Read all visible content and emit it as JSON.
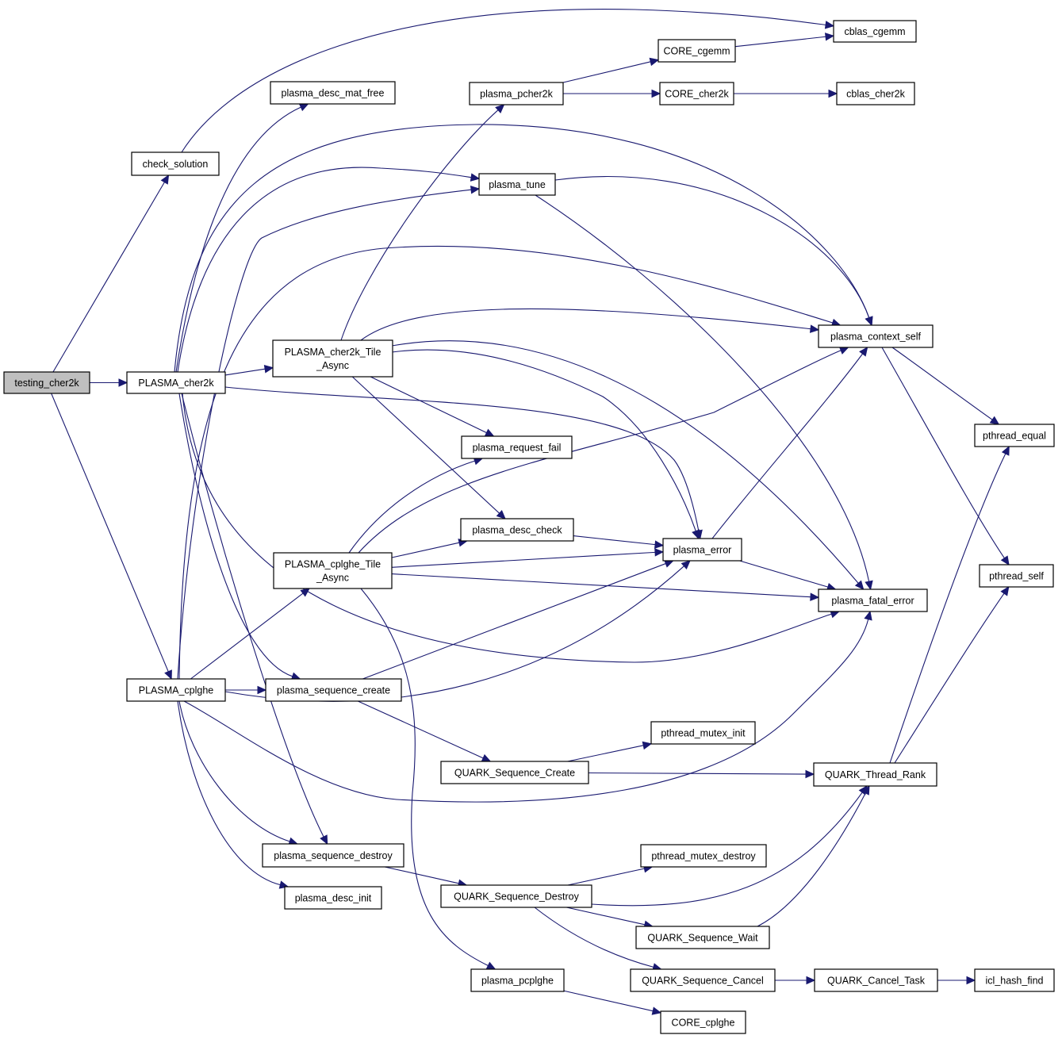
{
  "title": "testing_cher2k call graph",
  "colors": {
    "edge": "#191970",
    "root_fill": "#bfbfbf",
    "node_fill": "#ffffff",
    "border": "#000000"
  },
  "nodes": [
    {
      "id": "testing_cher2k",
      "label": "testing_cher2k",
      "root": true
    },
    {
      "id": "PLASMA_cher2k",
      "label": "PLASMA_cher2k"
    },
    {
      "id": "check_solution",
      "label": "check_solution"
    },
    {
      "id": "PLASMA_cplghe",
      "label": "PLASMA_cplghe"
    },
    {
      "id": "cblas_cgemm",
      "label": "cblas_cgemm"
    },
    {
      "id": "plasma_desc_mat_free",
      "label": "plasma_desc_mat_free"
    },
    {
      "id": "plasma_tune",
      "label": "plasma_tune"
    },
    {
      "id": "plasma_context_self",
      "label": "plasma_context_self"
    },
    {
      "id": "PLASMA_cher2k_Tile_Async",
      "label": "PLASMA_cher2k_Tile\n_Async"
    },
    {
      "id": "plasma_error",
      "label": "plasma_error"
    },
    {
      "id": "plasma_fatal_error",
      "label": "plasma_fatal_error"
    },
    {
      "id": "plasma_sequence_create",
      "label": "plasma_sequence_create"
    },
    {
      "id": "plasma_sequence_destroy",
      "label": "plasma_sequence_destroy"
    },
    {
      "id": "PLASMA_cplghe_Tile_Async",
      "label": "PLASMA_cplghe_Tile\n_Async"
    },
    {
      "id": "plasma_desc_init",
      "label": "plasma_desc_init"
    },
    {
      "id": "plasma_pcher2k",
      "label": "plasma_pcher2k"
    },
    {
      "id": "plasma_request_fail",
      "label": "plasma_request_fail"
    },
    {
      "id": "plasma_desc_check",
      "label": "plasma_desc_check"
    },
    {
      "id": "CORE_cgemm",
      "label": "CORE_cgemm"
    },
    {
      "id": "CORE_cher2k",
      "label": "CORE_cher2k"
    },
    {
      "id": "cblas_cher2k",
      "label": "cblas_cher2k"
    },
    {
      "id": "pthread_equal",
      "label": "pthread_equal"
    },
    {
      "id": "pthread_self",
      "label": "pthread_self"
    },
    {
      "id": "plasma_pcplghe",
      "label": "plasma_pcplghe"
    },
    {
      "id": "CORE_cplghe",
      "label": "CORE_cplghe"
    },
    {
      "id": "QUARK_Sequence_Create",
      "label": "QUARK_Sequence_Create"
    },
    {
      "id": "pthread_mutex_init",
      "label": "pthread_mutex_init"
    },
    {
      "id": "QUARK_Thread_Rank",
      "label": "QUARK_Thread_Rank"
    },
    {
      "id": "QUARK_Sequence_Destroy",
      "label": "QUARK_Sequence_Destroy"
    },
    {
      "id": "pthread_mutex_destroy",
      "label": "pthread_mutex_destroy"
    },
    {
      "id": "QUARK_Sequence_Wait",
      "label": "QUARK_Sequence_Wait"
    },
    {
      "id": "QUARK_Sequence_Cancel",
      "label": "QUARK_Sequence_Cancel"
    },
    {
      "id": "QUARK_Cancel_Task",
      "label": "QUARK_Cancel_Task"
    },
    {
      "id": "icl_hash_find",
      "label": "icl_hash_find"
    }
  ],
  "edges": [
    [
      "testing_cher2k",
      "check_solution"
    ],
    [
      "testing_cher2k",
      "PLASMA_cher2k"
    ],
    [
      "testing_cher2k",
      "PLASMA_cplghe"
    ],
    [
      "check_solution",
      "cblas_cgemm"
    ],
    [
      "PLASMA_cher2k",
      "plasma_desc_mat_free"
    ],
    [
      "PLASMA_cher2k",
      "plasma_tune"
    ],
    [
      "PLASMA_cher2k",
      "plasma_context_self"
    ],
    [
      "PLASMA_cher2k",
      "PLASMA_cher2k_Tile_Async"
    ],
    [
      "PLASMA_cher2k",
      "plasma_error"
    ],
    [
      "PLASMA_cher2k",
      "plasma_fatal_error"
    ],
    [
      "PLASMA_cher2k",
      "plasma_sequence_create"
    ],
    [
      "PLASMA_cher2k",
      "plasma_sequence_destroy"
    ],
    [
      "PLASMA_cplghe",
      "plasma_tune"
    ],
    [
      "PLASMA_cplghe",
      "plasma_context_self"
    ],
    [
      "PLASMA_cplghe",
      "PLASMA_cplghe_Tile_Async"
    ],
    [
      "PLASMA_cplghe",
      "plasma_sequence_create"
    ],
    [
      "PLASMA_cplghe",
      "plasma_error"
    ],
    [
      "PLASMA_cplghe",
      "plasma_fatal_error"
    ],
    [
      "PLASMA_cplghe",
      "plasma_sequence_destroy"
    ],
    [
      "PLASMA_cplghe",
      "plasma_desc_init"
    ],
    [
      "plasma_tune",
      "plasma_context_self"
    ],
    [
      "plasma_tune",
      "plasma_fatal_error"
    ],
    [
      "PLASMA_cher2k_Tile_Async",
      "plasma_pcher2k"
    ],
    [
      "PLASMA_cher2k_Tile_Async",
      "plasma_context_self"
    ],
    [
      "PLASMA_cher2k_Tile_Async",
      "plasma_error"
    ],
    [
      "PLASMA_cher2k_Tile_Async",
      "plasma_fatal_error"
    ],
    [
      "PLASMA_cher2k_Tile_Async",
      "plasma_request_fail"
    ],
    [
      "PLASMA_cher2k_Tile_Async",
      "plasma_desc_check"
    ],
    [
      "PLASMA_cplghe_Tile_Async",
      "plasma_request_fail"
    ],
    [
      "PLASMA_cplghe_Tile_Async",
      "plasma_context_self"
    ],
    [
      "PLASMA_cplghe_Tile_Async",
      "plasma_desc_check"
    ],
    [
      "PLASMA_cplghe_Tile_Async",
      "plasma_error"
    ],
    [
      "PLASMA_cplghe_Tile_Async",
      "plasma_fatal_error"
    ],
    [
      "PLASMA_cplghe_Tile_Async",
      "plasma_pcplghe"
    ],
    [
      "plasma_pcher2k",
      "CORE_cgemm"
    ],
    [
      "plasma_pcher2k",
      "CORE_cher2k"
    ],
    [
      "CORE_cgemm",
      "cblas_cgemm"
    ],
    [
      "CORE_cher2k",
      "cblas_cher2k"
    ],
    [
      "plasma_desc_check",
      "plasma_error"
    ],
    [
      "plasma_error",
      "plasma_context_self"
    ],
    [
      "plasma_error",
      "plasma_fatal_error"
    ],
    [
      "plasma_context_self",
      "pthread_equal"
    ],
    [
      "plasma_context_self",
      "pthread_self"
    ],
    [
      "plasma_sequence_create",
      "plasma_error"
    ],
    [
      "plasma_sequence_create",
      "QUARK_Sequence_Create"
    ],
    [
      "QUARK_Sequence_Create",
      "pthread_mutex_init"
    ],
    [
      "QUARK_Sequence_Create",
      "QUARK_Thread_Rank"
    ],
    [
      "QUARK_Thread_Rank",
      "pthread_equal"
    ],
    [
      "QUARK_Thread_Rank",
      "pthread_self"
    ],
    [
      "plasma_sequence_destroy",
      "QUARK_Sequence_Destroy"
    ],
    [
      "QUARK_Sequence_Destroy",
      "pthread_mutex_destroy"
    ],
    [
      "QUARK_Sequence_Destroy",
      "QUARK_Thread_Rank"
    ],
    [
      "QUARK_Sequence_Destroy",
      "QUARK_Sequence_Wait"
    ],
    [
      "QUARK_Sequence_Destroy",
      "QUARK_Sequence_Cancel"
    ],
    [
      "QUARK_Sequence_Wait",
      "QUARK_Thread_Rank"
    ],
    [
      "QUARK_Sequence_Cancel",
      "QUARK_Cancel_Task"
    ],
    [
      "QUARK_Cancel_Task",
      "icl_hash_find"
    ],
    [
      "plasma_pcplghe",
      "CORE_cplghe"
    ]
  ]
}
